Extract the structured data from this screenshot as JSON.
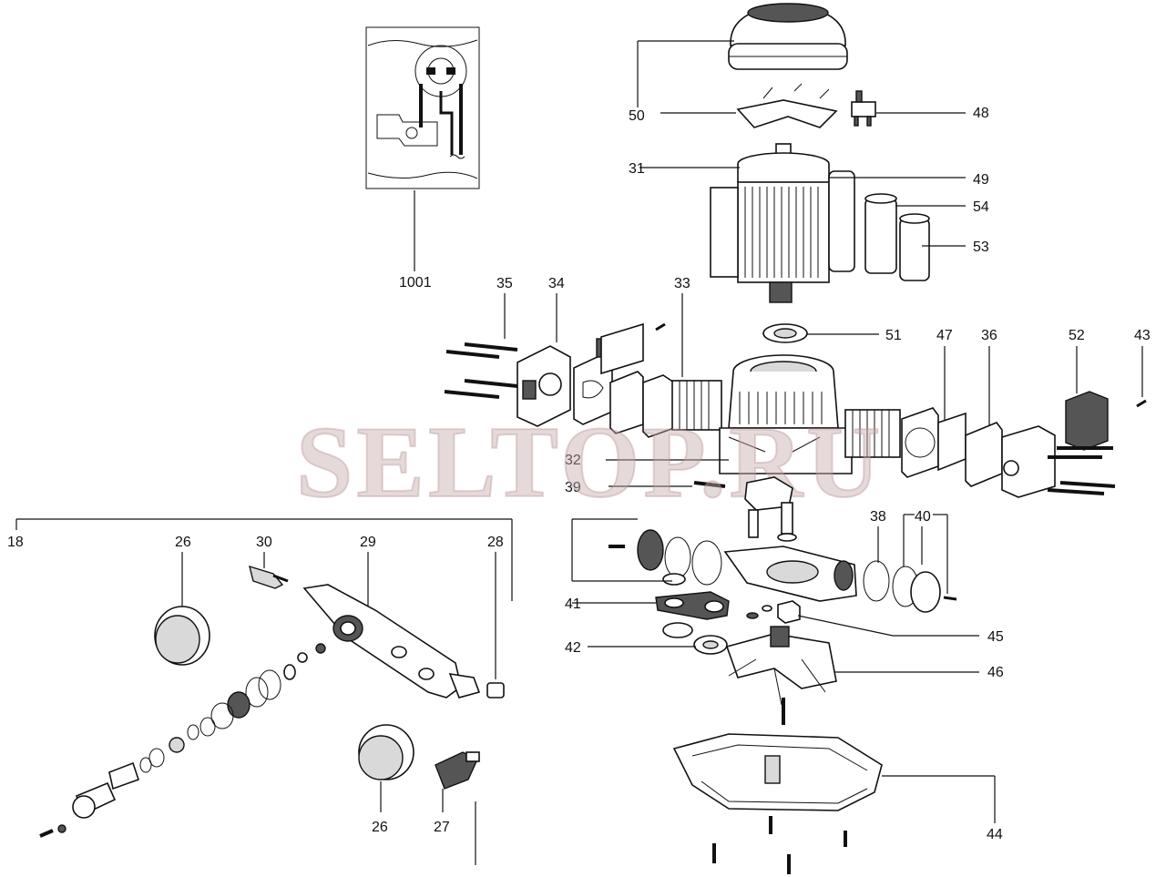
{
  "watermark": "SELTOP.RU",
  "callouts": {
    "c1001": "1001",
    "c50": "50",
    "c48": "48",
    "c31": "31",
    "c49": "49",
    "c54": "54",
    "c53": "53",
    "c35": "35",
    "c34": "34",
    "c33": "33",
    "c51": "51",
    "c47": "47",
    "c36": "36",
    "c52": "52",
    "c43": "43",
    "c32": "32",
    "c39": "39",
    "c18": "18",
    "c26a": "26",
    "c30": "30",
    "c29": "29",
    "c28": "28",
    "c38": "38",
    "c40": "40",
    "c41": "41",
    "c45": "45",
    "c42": "42",
    "c46": "46",
    "c26b": "26",
    "c27": "27",
    "c44": "44"
  }
}
